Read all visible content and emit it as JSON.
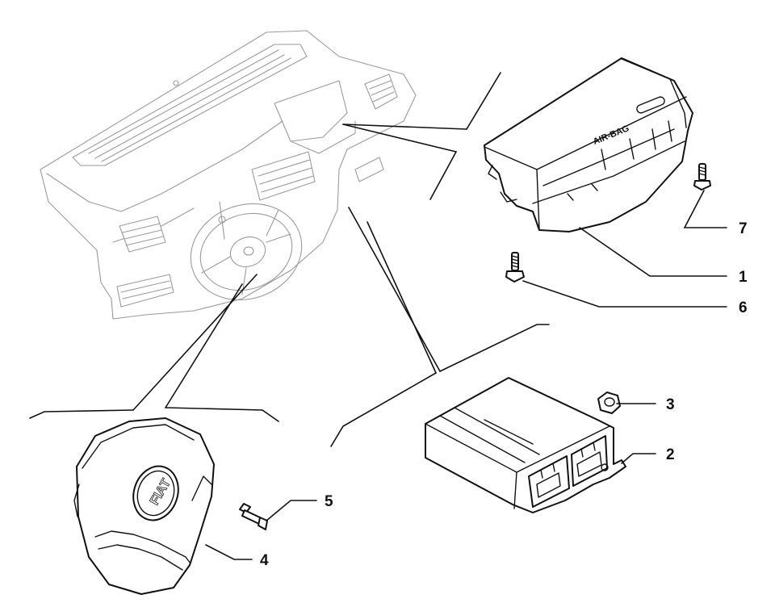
{
  "callouts": [
    {
      "id": "1",
      "label": "1"
    },
    {
      "id": "2",
      "label": "2"
    },
    {
      "id": "3",
      "label": "3"
    },
    {
      "id": "4",
      "label": "4"
    },
    {
      "id": "5",
      "label": "5"
    },
    {
      "id": "6",
      "label": "6"
    },
    {
      "id": "7",
      "label": "7"
    }
  ],
  "part_markings": {
    "airbag_module_text": "AIR-BAG",
    "steering_logo_text": "FIAT"
  },
  "colors": {
    "outline": "#111111",
    "context_outline": "#9a9a9a",
    "background": "#ffffff"
  }
}
